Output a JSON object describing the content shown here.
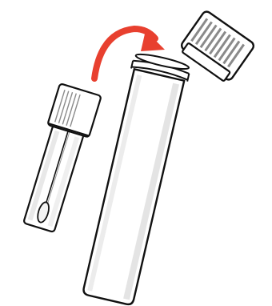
{
  "diagram": {
    "components": [
      {
        "name": "swab-tube",
        "icon": "swab-tube-icon"
      },
      {
        "name": "large-tube",
        "icon": "large-tube-icon"
      },
      {
        "name": "screw-cap",
        "icon": "screw-cap-icon"
      },
      {
        "name": "transfer-arrow",
        "icon": "curved-arrow-icon"
      }
    ],
    "colors": {
      "outline": "#111111",
      "tube_fill": "#ffffff",
      "tube_shade": "#e6e6e6",
      "cap_ribs": "#8a8a8a",
      "arrow": "#e8402f"
    }
  }
}
